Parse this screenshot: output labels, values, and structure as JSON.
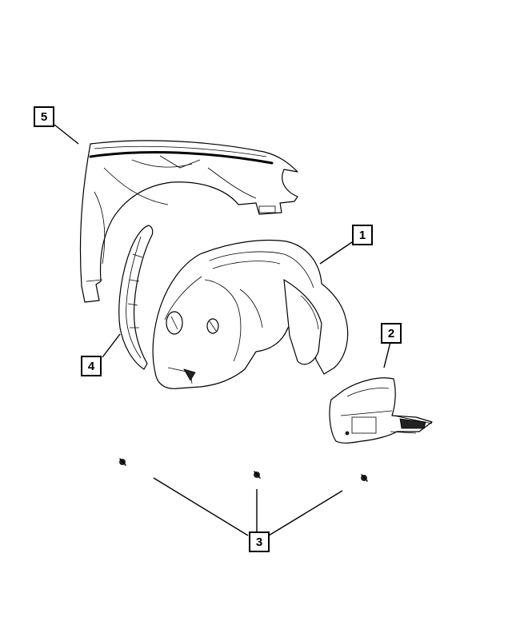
{
  "callouts": [
    {
      "id": "1",
      "label": "1"
    },
    {
      "id": "2",
      "label": "2"
    },
    {
      "id": "3",
      "label": "3"
    },
    {
      "id": "4",
      "label": "4"
    },
    {
      "id": "5",
      "label": "5"
    }
  ],
  "parts": {
    "1": "wheelhouse-liner",
    "2": "splash-shield",
    "3": "push-pin-fasteners",
    "4": "fender-seal",
    "5": "front-fender"
  }
}
